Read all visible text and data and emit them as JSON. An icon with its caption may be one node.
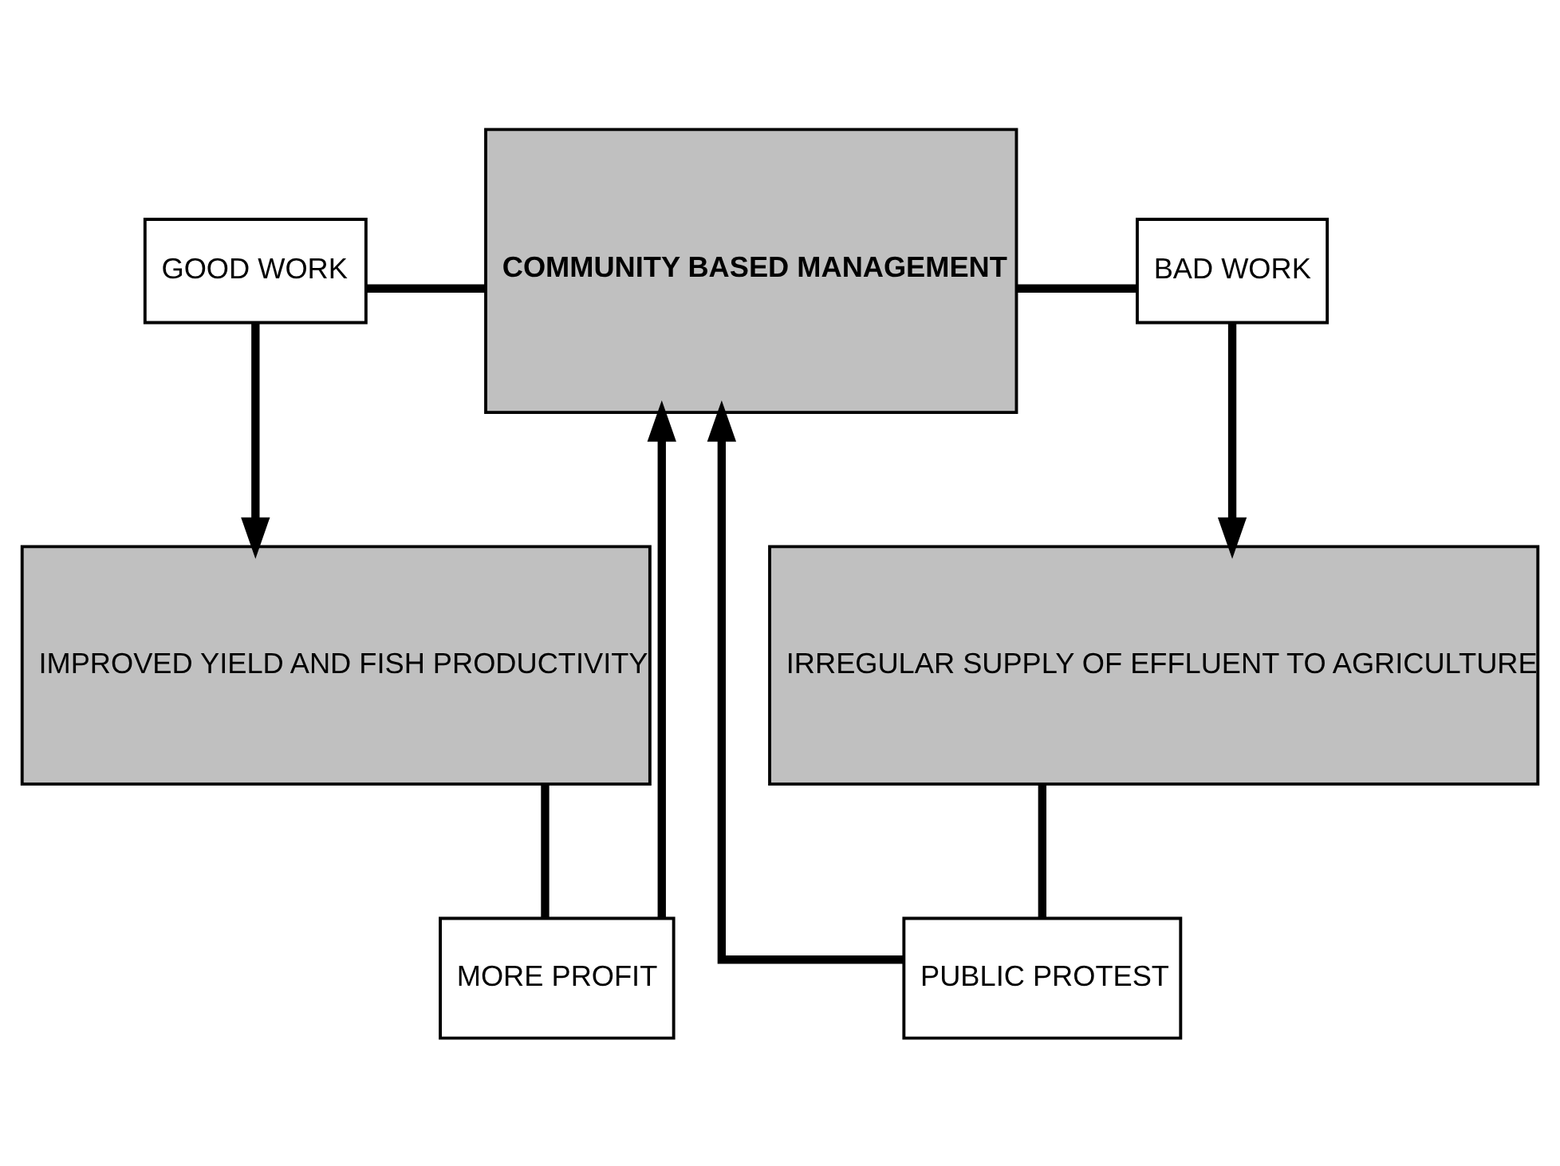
{
  "diagram": {
    "nodes": [
      {
        "text": [
          "COMMUNITY BASED MANAGEMENT"
        ]
      },
      {
        "text": [
          "GOOD WORK"
        ]
      },
      {
        "text": [
          "BAD WORK"
        ]
      },
      {
        "text": [
          "IMPROVED YIELD AND FISH PRODUCTIVITY"
        ]
      },
      {
        "text": [
          "IRREGULAR SUPPLY OF EFFLUENT TO AGRICULTURE"
        ]
      },
      {
        "text": [
          "MORE PROFIT"
        ]
      },
      {
        "text": [
          "PUBLIC PROTEST"
        ]
      }
    ],
    "edges": [
      {
        "from": 1,
        "to": 0,
        "arrow": "none"
      },
      {
        "from": 0,
        "to": 2,
        "arrow": "none"
      },
      {
        "from": 1,
        "to": 3,
        "arrow": "to"
      },
      {
        "from": 2,
        "to": 4,
        "arrow": "to"
      },
      {
        "from": 3,
        "to": 5,
        "arrow": "none"
      },
      {
        "from": 4,
        "to": 6,
        "arrow": "none"
      },
      {
        "from": 5,
        "to": 0,
        "arrow": "to"
      },
      {
        "from": 6,
        "to": 0,
        "arrow": "to"
      }
    ]
  }
}
